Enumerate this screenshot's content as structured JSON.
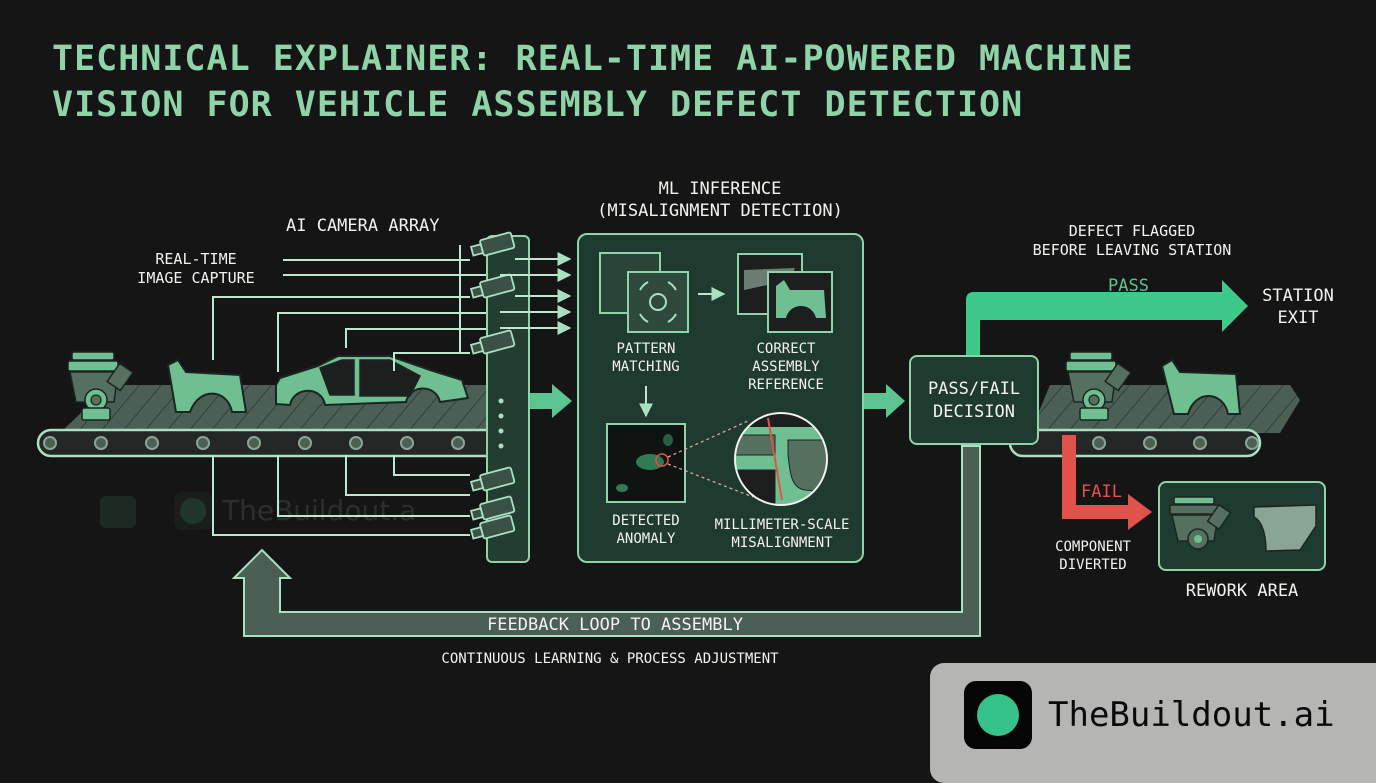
{
  "title": {
    "line1": "TECHNICAL EXPLAINER: REAL-TIME AI-POWERED MACHINE",
    "line2": "VISION FOR VEHICLE ASSEMBLY DEFECT DETECTION"
  },
  "capture": {
    "camera_array_label": "AI CAMERA ARRAY",
    "realtime_line1": "REAL-TIME",
    "realtime_line2": "IMAGE CAPTURE"
  },
  "inference": {
    "heading_line1": "ML INFERENCE",
    "heading_line2": "(MISALIGNMENT DETECTION)",
    "pattern_line1": "PATTERN",
    "pattern_line2": "MATCHING",
    "reference_line1": "CORRECT",
    "reference_line2": "ASSEMBLY",
    "reference_line3": "REFERENCE",
    "anomaly_line1": "DETECTED",
    "anomaly_line2": "ANOMALY",
    "misalign_line1": "MILLIMETER-SCALE",
    "misalign_line2": "MISALIGNMENT"
  },
  "decision": {
    "box_line1": "PASS/FAIL",
    "box_line2": "DECISION",
    "flag_line1": "DEFECT FLAGGED",
    "flag_line2": "BEFORE LEAVING STATION",
    "pass_label": "PASS",
    "exit_line1": "STATION",
    "exit_line2": "EXIT",
    "fail_label": "FAIL",
    "diverted_line1": "COMPONENT",
    "diverted_line2": "DIVERTED",
    "rework_label": "REWORK AREA"
  },
  "feedback": {
    "loop_label": "FEEDBACK LOOP TO ASSEMBLY",
    "subtitle": "CONTINUOUS LEARNING & PROCESS ADJUSTMENT"
  },
  "watermark": {
    "ghost_text": "TheBuildout.a"
  },
  "badge": {
    "brand": "TheBuildout.ai"
  },
  "colors": {
    "background": "#161515",
    "title_green": "#8fd4a8",
    "accent_green": "#3ec98b",
    "panel_fill": "#1f3a2e",
    "outline_green": "#8fd4a8",
    "fail_red": "#e0524b",
    "part_green": "#6fbf92"
  }
}
